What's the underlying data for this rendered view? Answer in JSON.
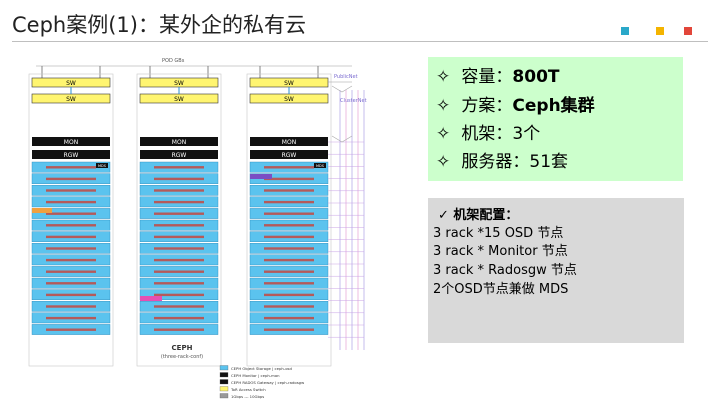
{
  "slide": {
    "title": "Ceph案例(1)：某外企的私有云",
    "accent_colors": [
      "#2aa8c9",
      "#f4b400",
      "#e2463a"
    ]
  },
  "diagram": {
    "racks": [
      {
        "sw_labels": [
          "SW",
          "SW"
        ],
        "mon_label": "MON",
        "rgw_label": "RGW",
        "mds_tag": "MDS"
      },
      {
        "sw_labels": [
          "SW",
          "SW"
        ],
        "mon_label": "MON",
        "rgw_label": "RGW",
        "mds_tag": ""
      },
      {
        "sw_labels": [
          "SW",
          "SW"
        ],
        "mon_label": "MON",
        "rgw_label": "RGW",
        "mds_tag": "MDS"
      }
    ],
    "top_label": "POD GBs",
    "public_net_label": "PublicNet",
    "cluster_net_label": "ClusterNet",
    "caption": "CEPH",
    "subcaption": "(three-rack-conf)",
    "legend": [
      "CEPH Object Storage | ceph-osd",
      "CEPH Monitor | ceph-mon",
      "CEPH RADOS Gateway | ceph-radosgw",
      "ToR Access Switch",
      "1Gbps --- 10Gbps"
    ]
  },
  "summary": {
    "items": [
      {
        "symbol": "✧",
        "key": "容量：",
        "value": "800T"
      },
      {
        "symbol": "✧",
        "key": "方案：",
        "value": "Ceph集群"
      },
      {
        "symbol": "✧",
        "key": " 机架：",
        "value": "3个"
      },
      {
        "symbol": "✧",
        "key": " 服务器：",
        "value": "51套"
      }
    ]
  },
  "config": {
    "heading": "✓   机架配置：",
    "lines": [
      "3 rack *15 OSD 节点",
      "3 rack * Monitor 节点",
      "3 rack * Radosgw 节点",
      "2个OSD节点兼做 MDS"
    ]
  }
}
